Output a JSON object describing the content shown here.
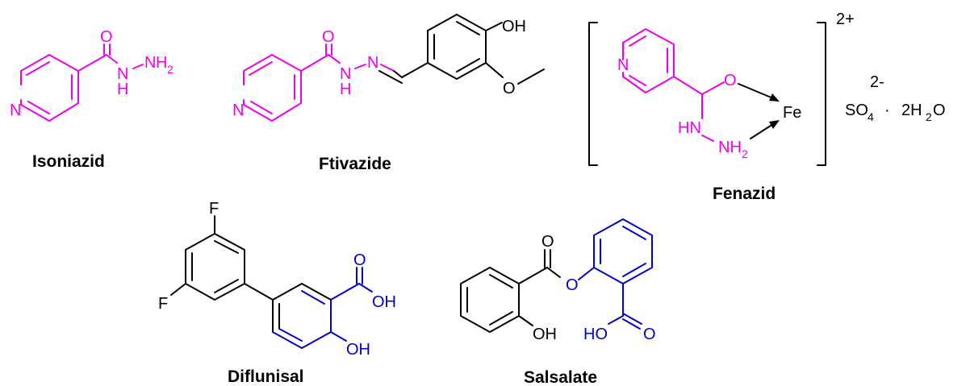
{
  "colors": {
    "black": "#000000",
    "magenta": "#ee00ee",
    "blue": "#0000cc"
  },
  "compounds": {
    "isoniazid": {
      "name": "Isoniazid",
      "atoms": {
        "O": "O",
        "N1": "N",
        "H1": "H",
        "N2": "N",
        "H2": "H",
        "H2sub": "2",
        "ringN": "N"
      }
    },
    "ftivazide": {
      "name": "Ftivazide",
      "atoms": {
        "O": "O",
        "N1": "N",
        "H1": "H",
        "N2": "N",
        "ringN": "N",
        "OH": "OH",
        "OMe": "O"
      }
    },
    "fenazid": {
      "name": "Fenazid",
      "atoms": {
        "ringN": "N",
        "O": "O",
        "Fe": "Fe",
        "HN": "HN",
        "NH": "NH",
        "NHsub": "2"
      },
      "charge": "2+",
      "anion": {
        "main": "SO",
        "sub": "4",
        "charge": "2-"
      },
      "hydrate": {
        "dot": "·",
        "pre": "2H",
        "sub": "2",
        "post": "O"
      }
    },
    "diflunisal": {
      "name": "Diflunisal",
      "atoms": {
        "F1": "F",
        "F2": "F",
        "O": "O",
        "OH1": "OH",
        "OH2": "OH"
      }
    },
    "salsalate": {
      "name": "Salsalate",
      "atoms": {
        "O1": "O",
        "O2": "O",
        "OH1": "OH",
        "HO": "HO",
        "O3": "O"
      }
    }
  }
}
